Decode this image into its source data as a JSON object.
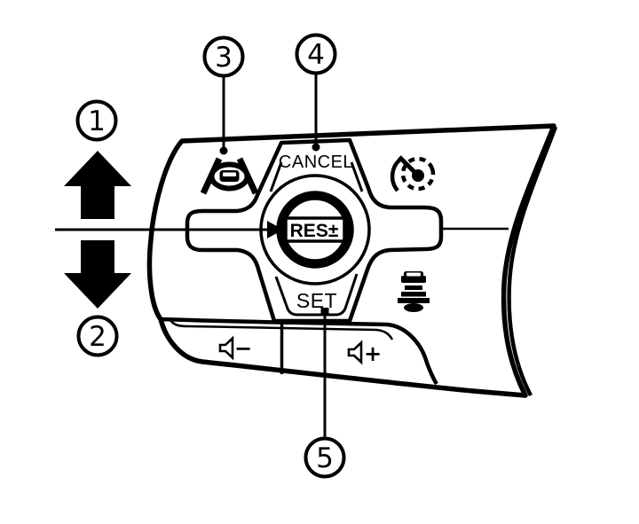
{
  "colors": {
    "background": "#ffffff",
    "line": "#000000"
  },
  "callouts": [
    {
      "number": "1"
    },
    {
      "number": "2"
    },
    {
      "number": "3"
    },
    {
      "number": "4"
    },
    {
      "number": "5"
    }
  ],
  "labels": {
    "cancel": "CANCEL",
    "set": "SET",
    "resume": "RES±",
    "volume_down": "−",
    "volume_up": "+"
  },
  "icons": {
    "lane_assist": "lane-assist-icon",
    "cruise_speed": "speedometer-icon",
    "following_distance": "following-distance-icon",
    "volume_down": "speaker-minus-icon",
    "volume_up": "speaker-plus-icon",
    "up": "up-arrow-icon",
    "down": "down-arrow-icon"
  }
}
